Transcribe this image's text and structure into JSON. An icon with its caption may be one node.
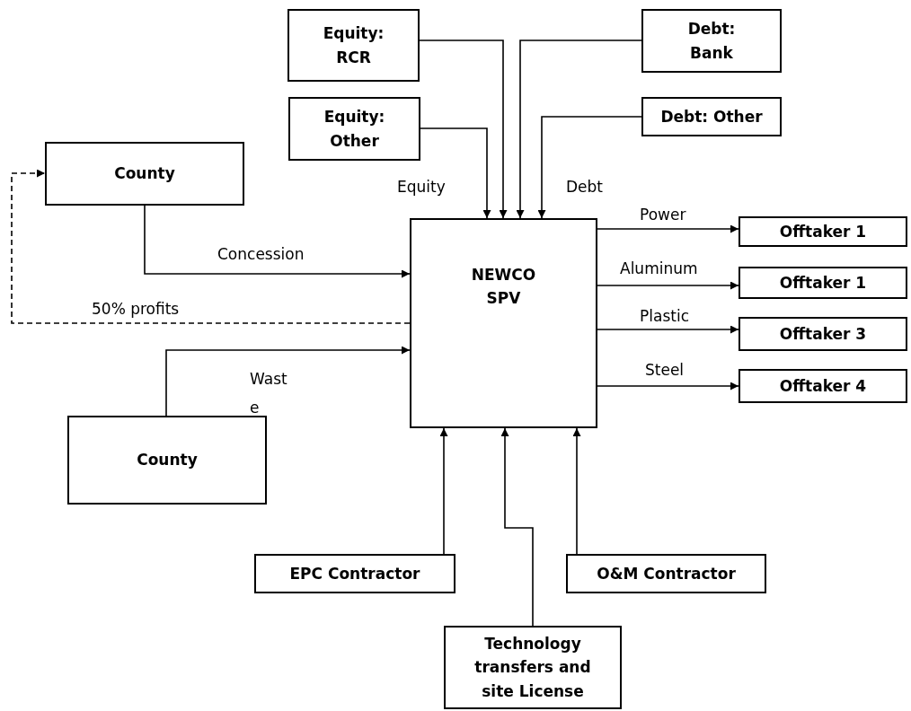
{
  "diagram": {
    "nodes": [
      {
        "text": [
          "Equity: RCR"
        ]
      },
      {
        "text": [
          "Debt: Bank"
        ]
      },
      {
        "text": [
          "Equity: Other"
        ]
      },
      {
        "text": [
          "Debt: Other"
        ]
      },
      {
        "text": [
          "County"
        ]
      },
      {
        "text": [
          "NEWCO SPV"
        ]
      },
      {
        "text": [
          "Offtaker 1"
        ]
      },
      {
        "text": [
          "Offtaker 1"
        ]
      },
      {
        "text": [
          "Offtaker 3"
        ]
      },
      {
        "text": [
          "Offtaker 4"
        ]
      },
      {
        "text": [
          "County"
        ]
      },
      {
        "text": [
          "EPC Contractor"
        ]
      },
      {
        "text": [
          "O&M Contractor"
        ]
      },
      {
        "text": [
          "Technology transfers and site License"
        ]
      }
    ],
    "edges": [
      {
        "from": 0,
        "to": 5,
        "arrow": "to"
      },
      {
        "from": 1,
        "to": 5,
        "arrow": "to"
      },
      {
        "from": 2,
        "to": 5,
        "arrow": "to"
      },
      {
        "from": 3,
        "to": 5,
        "arrow": "to"
      },
      {
        "from": 4,
        "to": 5,
        "arrow": "to",
        "label": "Concession"
      },
      {
        "from": 5,
        "to": 4,
        "arrow": "to",
        "label": "50% profits",
        "style": "dashed"
      },
      {
        "from": 10,
        "to": 5,
        "arrow": "to",
        "label": "Waste"
      },
      {
        "from": 5,
        "to": 6,
        "arrow": "to",
        "label": "Power"
      },
      {
        "from": 5,
        "to": 7,
        "arrow": "to",
        "label": "Aluminum"
      },
      {
        "from": 5,
        "to": 8,
        "arrow": "to",
        "label": "Plastic"
      },
      {
        "from": 5,
        "to": 9,
        "arrow": "to",
        "label": "Steel"
      },
      {
        "from": 11,
        "to": 5,
        "arrow": "to"
      },
      {
        "from": 12,
        "to": 5,
        "arrow": "to"
      },
      {
        "from": 13,
        "to": 5,
        "arrow": "to"
      }
    ],
    "labels": [
      "Equity",
      "Debt"
    ]
  }
}
